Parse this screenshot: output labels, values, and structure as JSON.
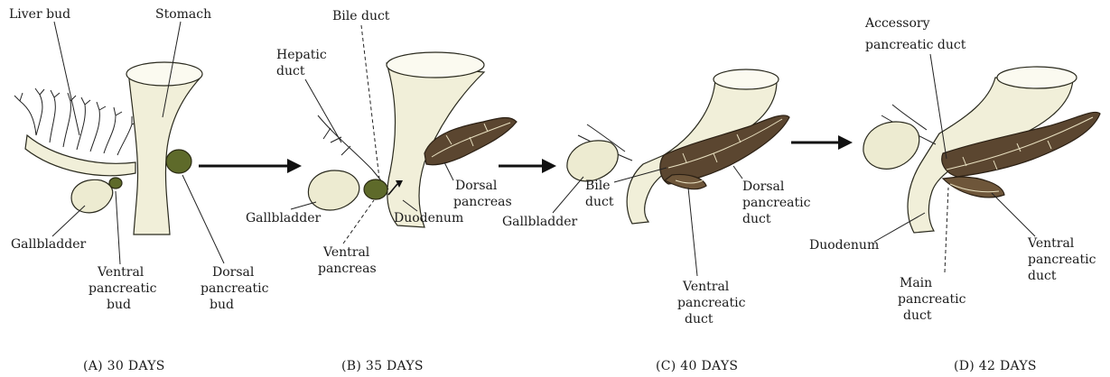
{
  "panels": {
    "a": {
      "caption": "(A) 30 DAYS",
      "labels": {
        "liver_bud": "Liver bud",
        "stomach": "Stomach",
        "gallbladder": "Gallbladder",
        "ventral_bud_1": "Ventral",
        "ventral_bud_2": "pancreatic",
        "ventral_bud_3": "bud",
        "dorsal_bud_1": "Dorsal",
        "dorsal_bud_2": "pancreatic",
        "dorsal_bud_3": "bud"
      }
    },
    "b": {
      "caption": "(B) 35 DAYS",
      "labels": {
        "bile_duct": "Bile duct",
        "hepatic_duct_1": "Hepatic",
        "hepatic_duct_2": "duct",
        "gallbladder": "Gallbladder",
        "duodenum": "Duodenum",
        "ventral_pancreas_1": "Ventral",
        "ventral_pancreas_2": "pancreas",
        "dorsal_pancreas_1": "Dorsal",
        "dorsal_pancreas_2": "pancreas"
      }
    },
    "c": {
      "caption": "(C) 40 DAYS",
      "labels": {
        "gallbladder": "Gallbladder",
        "bile_duct_1": "Bile",
        "bile_duct_2": "duct",
        "dorsal_duct_1": "Dorsal",
        "dorsal_duct_2": "pancreatic",
        "dorsal_duct_3": "duct",
        "ventral_duct_1": "Ventral",
        "ventral_duct_2": "pancreatic",
        "ventral_duct_3": "duct"
      }
    },
    "d": {
      "caption": "(D) 42 DAYS",
      "labels": {
        "accessory_duct_1": "Accessory",
        "accessory_duct_2": "pancreatic duct",
        "duodenum": "Duodenum",
        "main_duct_1": "Main",
        "main_duct_2": "pancreatic",
        "main_duct_3": "duct",
        "ventral_duct_1": "Ventral",
        "ventral_duct_2": "pancreatic",
        "ventral_duct_3": "duct"
      }
    }
  }
}
